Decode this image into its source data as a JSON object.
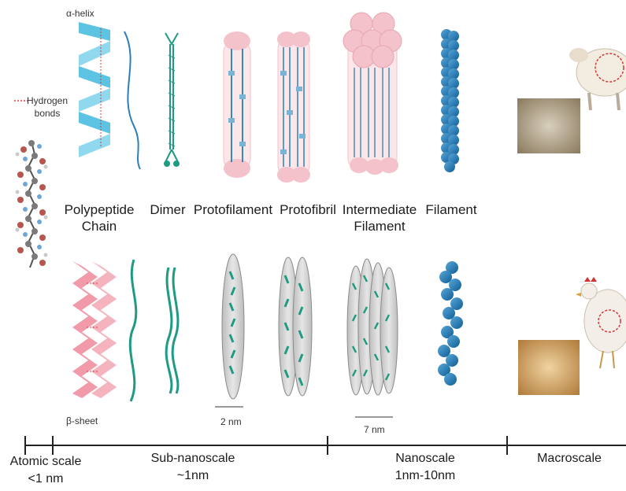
{
  "legend": {
    "alpha_helix": "α-helix",
    "hydrogen_bonds": "Hydrogen\nbonds",
    "beta_sheet": "β-sheet"
  },
  "structures": [
    {
      "id": "polypeptide",
      "label": "Polypeptide\nChain"
    },
    {
      "id": "dimer",
      "label": "Dimer"
    },
    {
      "id": "protofilament",
      "label": "Protofilament"
    },
    {
      "id": "protofibril",
      "label": "Protofibril"
    },
    {
      "id": "intermediate",
      "label": "Intermediate\nFilament"
    },
    {
      "id": "filament",
      "label": "Filament"
    }
  ],
  "dimensions": {
    "protofilament_width": "2 nm",
    "intermediate_width": "7 nm"
  },
  "scale_axis": [
    {
      "label": "Atomic scale\n<1 nm"
    },
    {
      "label": "Sub-nanoscale\n~1nm"
    },
    {
      "label": "Nanoscale\n1nm-10nm"
    },
    {
      "label": "Macroscale"
    }
  ],
  "colors": {
    "alpha_helix": "#5cc3e2",
    "beta_sheet": "#f19aa9",
    "teal_strand": "#1e9b82",
    "filament_blue": "#1d74b0",
    "pink_cap": "#f4c2cb",
    "gray_fibril": "#d8d8d8",
    "hydrogen_bond": "#d23a3a"
  },
  "icons": [
    "sheep-icon",
    "chicken-icon",
    "wool-photo",
    "feather-photo",
    "amino-acid-chain-icon"
  ]
}
